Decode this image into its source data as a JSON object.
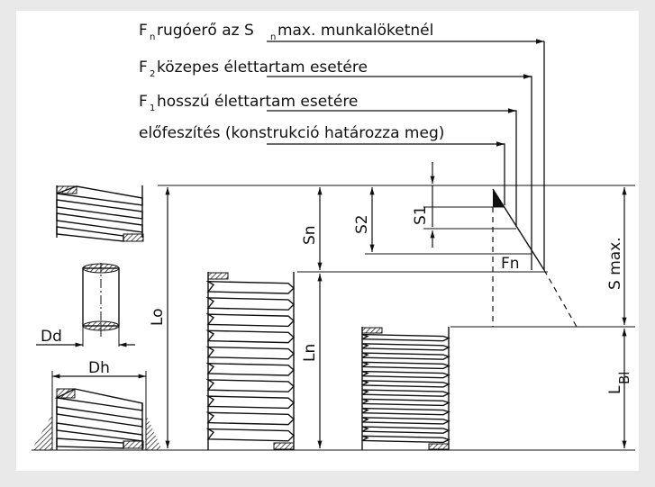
{
  "figure": {
    "labels": {
      "fn": {
        "main": "F",
        "sub": "n",
        "text": "rugóerő az S",
        "sub2": "n",
        "text2": "max. munkalöketnél"
      },
      "f2": {
        "main": "F",
        "sub": "2",
        "text": "közepes élettartam esetére"
      },
      "f1": {
        "main": "F",
        "sub": "1",
        "text": "hosszú élettartam esetére"
      },
      "pre": {
        "text": "előfeszítés (konstrukció határozza meg)"
      }
    },
    "dimensions": {
      "dd": "Dd",
      "dh": "Dh",
      "lo": "Lo",
      "sn": "Sn",
      "ln": "Ln",
      "s2": "S2",
      "s1": "S1",
      "fn": "Fn",
      "smax": "S max.",
      "lbl_main": "L",
      "lbl_sub": "Bl"
    },
    "colors": {
      "background": "#e9e9e9",
      "panel": "#ffffff",
      "ink": "#111111"
    }
  }
}
